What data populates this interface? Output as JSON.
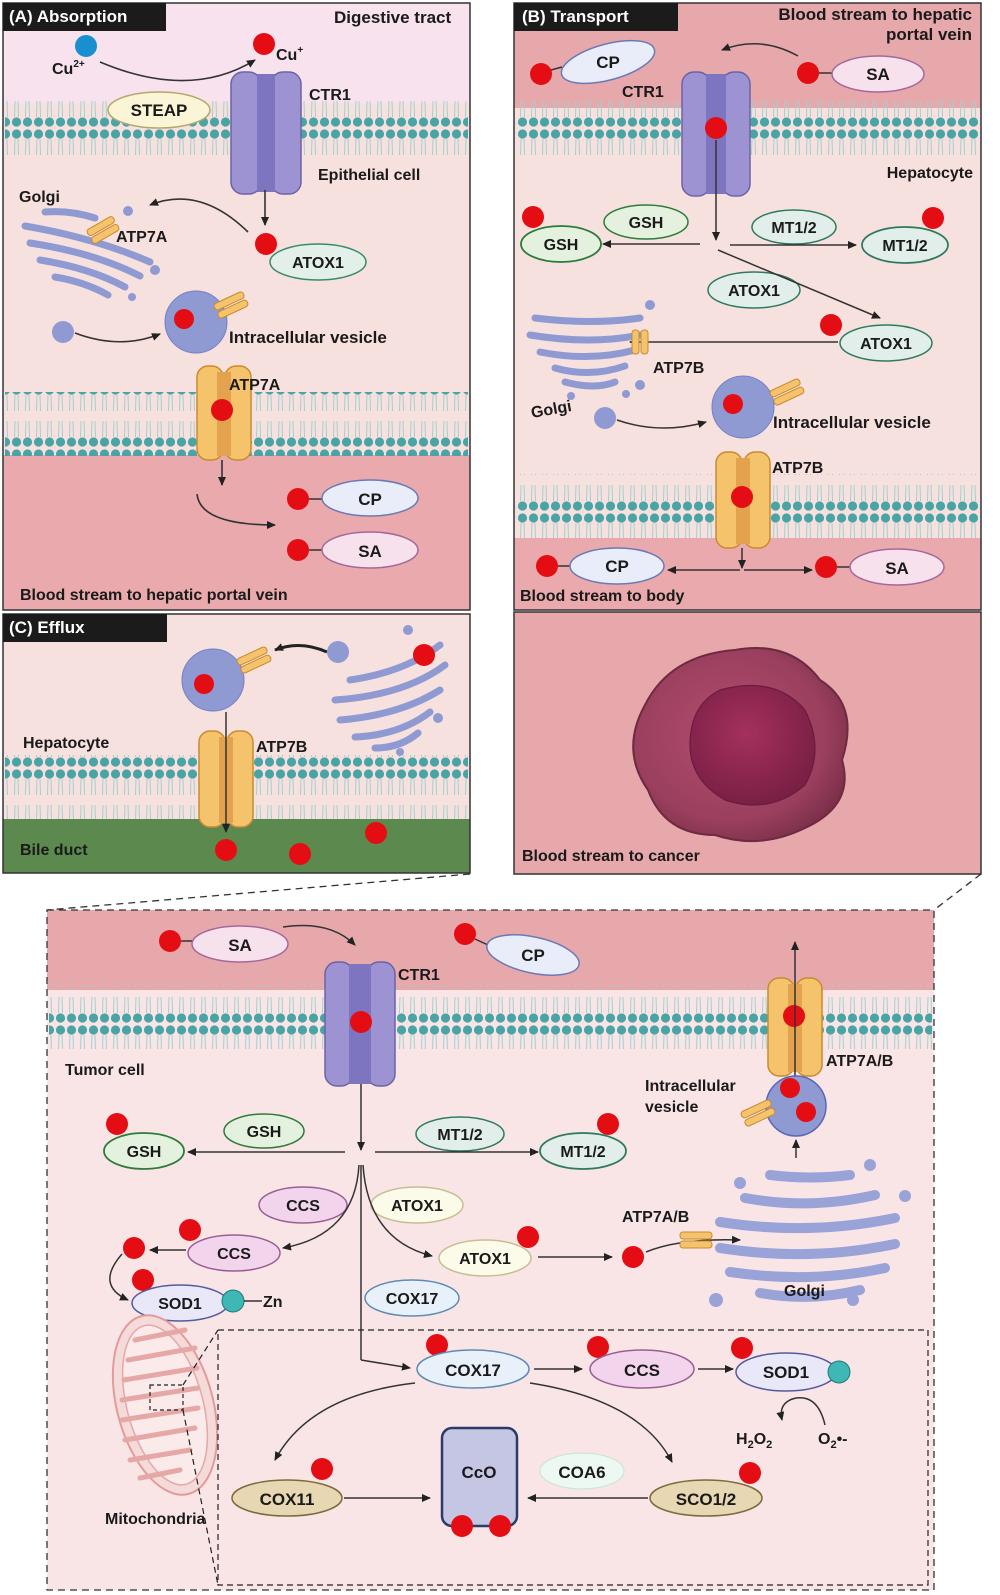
{
  "panels": {
    "absorption": {
      "header": "(A) Absorption",
      "digestive_tract": "Digestive tract",
      "cu2": "Cu",
      "cu2_sup": "2+",
      "cu1": "Cu",
      "cu1_sup": "+",
      "steap": "STEAP",
      "ctr1": "CTR1",
      "epithelial": "Epithelial cell",
      "golgi": "Golgi",
      "atp7a_golgi": "ATP7A",
      "atox1": "ATOX1",
      "vesicle": "Intracellular vesicle",
      "atp7a": "ATP7A",
      "cp": "CP",
      "sa": "SA",
      "blood": "Blood stream to hepatic portal vein"
    },
    "transport": {
      "header": "(B) Transport",
      "blood_top_1": "Blood stream to hepatic",
      "blood_top_2": "portal vein",
      "cp": "CP",
      "sa": "SA",
      "ctr1": "CTR1",
      "hepatocyte": "Hepatocyte",
      "gsh": "GSH",
      "gsh_cu": "GSH",
      "mt": "MT1/2",
      "mt_cu": "MT1/2",
      "atox1": "ATOX1",
      "atox1_cu": "ATOX1",
      "atp7b_golgi": "ATP7B",
      "golgi": "Golgi",
      "vesicle": "Intracellular vesicle",
      "atp7b": "ATP7B",
      "cp2": "CP",
      "sa2": "SA",
      "blood_body": "Blood stream to body"
    },
    "efflux": {
      "header": "(C) Efflux",
      "hepatocyte": "Hepatocyte",
      "atp7b": "ATP7B",
      "bile": "Bile duct"
    },
    "cancer": {
      "blood": "Blood stream to cancer"
    },
    "tumor": {
      "sa": "SA",
      "cp": "CP",
      "ctr1": "CTR1",
      "tumor_cell": "Tumor cell",
      "atp7ab": "ATP7A/B",
      "vesicle_1": "Intracellular",
      "vesicle_2": "vesicle",
      "gsh": "GSH",
      "gsh_cu": "GSH",
      "mt": "MT1/2",
      "mt_cu": "MT1/2",
      "ccs": "CCS",
      "ccs_cu": "CCS",
      "atox1": "ATOX1",
      "atox1_cu": "ATOX1",
      "sod1": "SOD1",
      "zn": "Zn",
      "cox17": "COX17",
      "atp7ab_golgi": "ATP7A/B",
      "golgi": "Golgi",
      "mito": "Mitochondria",
      "cox17_cu": "COX17",
      "ccs_m": "CCS",
      "sod1_m": "SOD1",
      "h2o2": "H",
      "h2o2_sub1": "2",
      "h2o2_o": "O",
      "h2o2_sub2": "2",
      "o2": "O",
      "o2_sub": "2",
      "o2_rad": "•-",
      "cox11": "COX11",
      "cco": "CcO",
      "coa6": "COA6",
      "sco": "SCO1/2"
    }
  }
}
